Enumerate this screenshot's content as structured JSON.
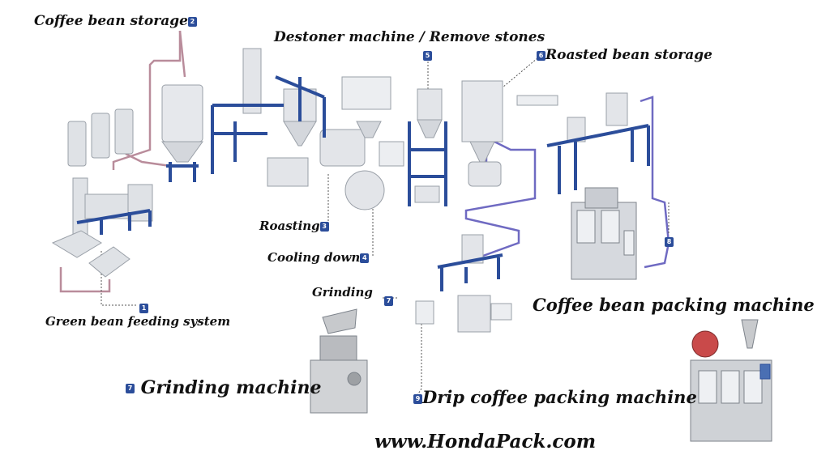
{
  "colors": {
    "frame_blue": "#2b4d9a",
    "pipe_pink": "#b98c9b",
    "pipe_purple": "#6f6ac2",
    "equipment_gray": "#dfe2e6"
  },
  "steps": [
    {
      "num": "1",
      "label": "Green bean feeding system"
    },
    {
      "num": "2",
      "label": "Coffee bean storage"
    },
    {
      "num": "3",
      "label": "Roasting"
    },
    {
      "num": "4",
      "label": "Cooling down"
    },
    {
      "num": "5",
      "label": "Destoner machine / Remove stones"
    },
    {
      "num": "6",
      "label": "Roasted bean storage"
    },
    {
      "num": "7",
      "label": "Grinding"
    },
    {
      "num": "8",
      "label": ""
    },
    {
      "num": "9",
      "label": ""
    }
  ],
  "machines": {
    "grinding": {
      "num": "7",
      "label": "Grinding machine"
    },
    "drip": {
      "num": "9",
      "label": "Drip coffee packing machine"
    },
    "bean_packing": {
      "label": "Coffee bean packing machine"
    }
  },
  "watermark": "www.HondaPack.com"
}
